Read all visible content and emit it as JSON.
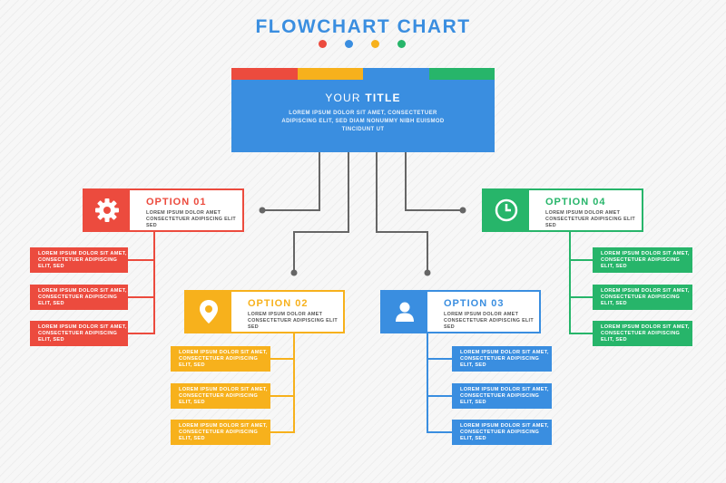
{
  "header": {
    "title": "FLOWCHART CHART"
  },
  "colors": {
    "red": "#ec4b3e",
    "yellow": "#f7b11c",
    "blue": "#3a8ee0",
    "green": "#27b56a",
    "line": "#666666"
  },
  "title_box": {
    "title_light": "YOUR",
    "title_bold": "TITLE",
    "desc": "LOREM IPSUM DOLOR SIT AMET, CONSECTETUER ADIPISCING ELIT, SED DIAM NONUMMY NIBH EUISMOD TINCIDUNT UT"
  },
  "options": [
    {
      "name": "OPTION 01",
      "icon": "gear-icon",
      "desc": "LOREM IPSUM DOLOR AMET CONSECTETUER ADIPISCING ELIT SED",
      "items": [
        "LOREM IPSUM DOLOR SIT AMET, CONSECTETUER ADIPISCING ELIT, SED",
        "LOREM IPSUM DOLOR SIT AMET, CONSECTETUER ADIPISCING ELIT, SED",
        "LOREM IPSUM DOLOR SIT AMET, CONSECTETUER ADIPISCING ELIT, SED"
      ]
    },
    {
      "name": "OPTION 02",
      "icon": "location-pin-icon",
      "desc": "LOREM IPSUM DOLOR AMET CONSECTETUER ADIPISCING ELIT SED",
      "items": [
        "LOREM IPSUM DOLOR SIT AMET, CONSECTETUER ADIPISCING ELIT, SED",
        "LOREM IPSUM DOLOR SIT AMET, CONSECTETUER ADIPISCING ELIT, SED",
        "LOREM IPSUM DOLOR SIT AMET, CONSECTETUER ADIPISCING ELIT, SED"
      ]
    },
    {
      "name": "OPTION 03",
      "icon": "user-icon",
      "desc": "LOREM IPSUM DOLOR AMET CONSECTETUER ADIPISCING ELIT SED",
      "items": [
        "LOREM IPSUM DOLOR SIT AMET, CONSECTETUER ADIPISCING ELIT, SED",
        "LOREM IPSUM DOLOR SIT AMET, CONSECTETUER ADIPISCING ELIT, SED",
        "LOREM IPSUM DOLOR SIT AMET, CONSECTETUER ADIPISCING ELIT, SED"
      ]
    },
    {
      "name": "OPTION 04",
      "icon": "clock-icon",
      "desc": "LOREM IPSUM DOLOR AMET CONSECTETUER ADIPISCING ELIT SED",
      "items": [
        "LOREM IPSUM DOLOR SIT AMET, CONSECTETUER ADIPISCING ELIT, SED",
        "LOREM IPSUM DOLOR SIT AMET, CONSECTETUER ADIPISCING ELIT, SED",
        "LOREM IPSUM DOLOR SIT AMET, CONSECTETUER ADIPISCING ELIT, SED"
      ]
    }
  ]
}
